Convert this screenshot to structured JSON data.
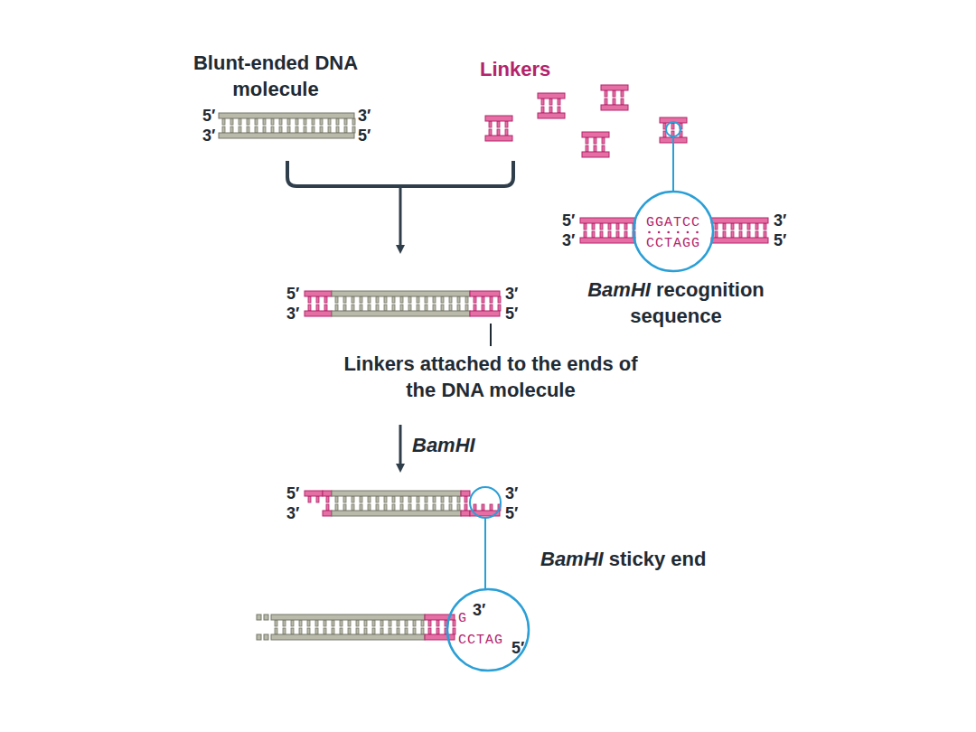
{
  "diagram": {
    "labels": [
      "Blunt-ended DNA molecule",
      "Linkers",
      "5′",
      "3′",
      "3′",
      "5′",
      "5′",
      "3′",
      "3′",
      "5′",
      "GGATCC",
      "CCTAGG",
      "BamHI",
      "recognition sequence",
      "5′",
      "3′",
      "3′",
      "5′",
      "Linkers attached to the ends of the DNA molecule",
      "BamHI",
      "5′",
      "3′",
      "3′",
      "5′",
      "BamHI",
      "sticky end",
      "G",
      "3′",
      "CCTAG",
      "5′"
    ]
  }
}
